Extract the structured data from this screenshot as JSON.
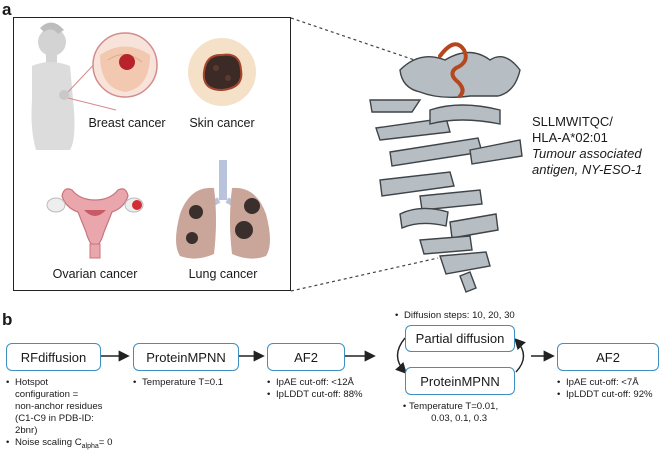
{
  "panel_a": {
    "letter": "a",
    "cancers": [
      {
        "label": "Breast cancer"
      },
      {
        "label": "Skin cancer"
      },
      {
        "label": "Ovarian cancer"
      },
      {
        "label": "Lung cancer"
      }
    ],
    "antigen": {
      "line1": "SLLMWITQC/",
      "line2": "HLA-A*02:01",
      "line3": "Tumour associated",
      "line4": "antigen, NY-ESO-1"
    }
  },
  "panel_b": {
    "letter": "b",
    "steps": {
      "rfdiffusion": {
        "label": "RFdiffusion",
        "notes": [
          "Hotspot configuration = non-anchor residues (C1-C9 in PDB-ID: 2bnr)"
        ],
        "noise_prefix": "Noise scaling C",
        "noise_sub": "alpha",
        "noise_suffix": "= 0"
      },
      "proteinmpnn": {
        "label": "ProteinMPNN",
        "notes": [
          "Temperature T=0.1"
        ]
      },
      "af2_first": {
        "label": "AF2",
        "notes": [
          "IpAE cut-off: <12Å",
          "IpLDDT cut-off: 88%"
        ]
      },
      "partial_diffusion": {
        "label": "Partial diffusion",
        "note": "Diffusion steps: 10, 20, 30"
      },
      "proteinmpnn_loop": {
        "label": "ProteinMPNN",
        "note_line1": "Temperature T=0.01,",
        "note_line2": "0.03, 0.1, 0.3"
      },
      "af2_second": {
        "label": "AF2",
        "notes": [
          "IpAE cut-off: <7Å",
          "IpLDDT cut-off: 92%"
        ]
      }
    },
    "hotspot_lines": [
      "Hotspot",
      "configuration =",
      "non-anchor residues",
      "(C1-C9 in PDB-ID:",
      "2bnr)"
    ]
  },
  "colors": {
    "box_border": "#3f8fc0",
    "peptide": "#b5471e",
    "protein": "#b7bec3"
  }
}
